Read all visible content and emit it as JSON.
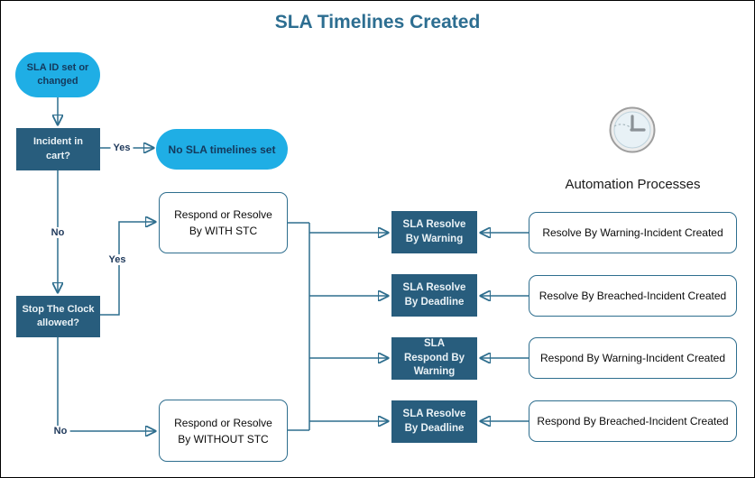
{
  "title": "SLA Timelines Created",
  "nodes": {
    "start": "SLA ID set or changed",
    "incident_decision": "Incident in cart?",
    "no_sla_terminal": "No SLA timelines set",
    "stc_decision": "Stop The Clock allowed?",
    "with_stc": "Respond or Resolve By WITH STC",
    "without_stc": "Respond or Resolve By WITHOUT STC"
  },
  "edge_labels": {
    "incident_yes": "Yes",
    "incident_no": "No",
    "stc_yes": "Yes",
    "stc_no": "No"
  },
  "rows": [
    {
      "sla": "SLA Resolve By Warning",
      "process": "Resolve By Warning-Incident Created"
    },
    {
      "sla": "SLA Resolve By Deadline",
      "process": "Resolve By Breached-Incident Created"
    },
    {
      "sla": "SLA Respond By Warning",
      "process": "Respond By Warning-Incident Created"
    },
    {
      "sla": "SLA Resolve By Deadline",
      "process": "Respond By Breached-Incident Created"
    }
  ],
  "legend": {
    "header": "Automation Processes",
    "icon": "clock-icon"
  },
  "colors": {
    "accent_cyan": "#1FAEE5",
    "node_dark_blue": "#285D7D",
    "connector_blue": "#2E6E8E",
    "title_blue": "#2D6E91",
    "label_navy": "#203A5C"
  }
}
